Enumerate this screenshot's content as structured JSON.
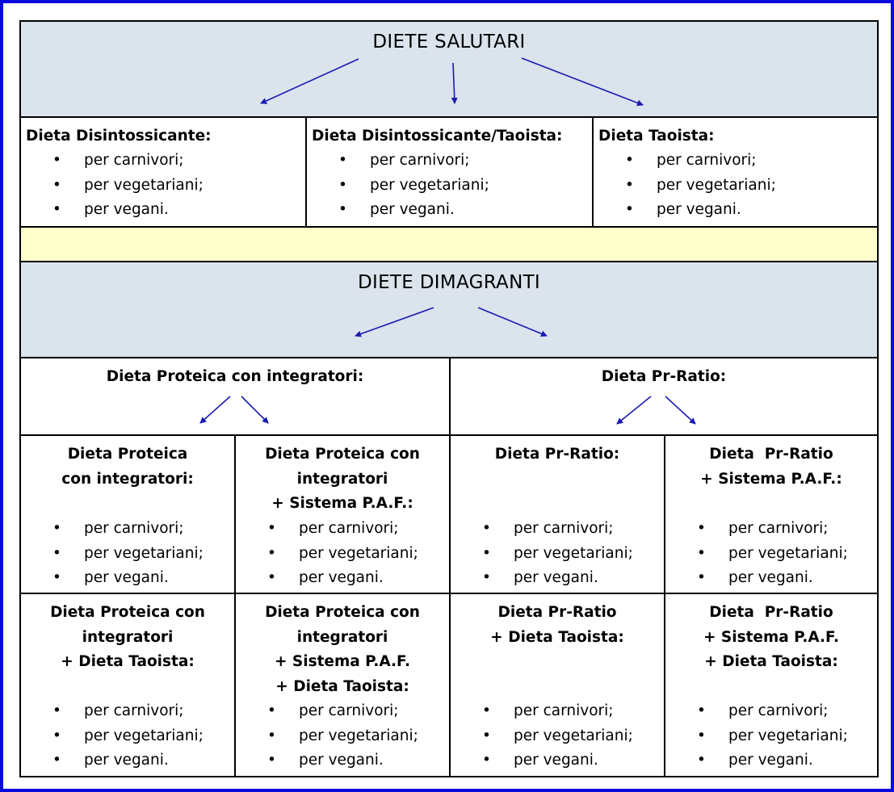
{
  "colors": {
    "frame": "#0a0adc",
    "band_blue": "#dbe3ec",
    "band_yellow": "#ffffcc",
    "arrow": "#1a1ab4"
  },
  "bullet_icon": "bullet-dot",
  "healthy": {
    "title": "DIETE SALUTARI",
    "cells": [
      {
        "heading": "Dieta Disintossicante:",
        "items": [
          "per carnivori;",
          "per vegetariani;",
          "per vegani."
        ]
      },
      {
        "heading": "Dieta Disintossicante/Taoista:",
        "items": [
          "per carnivori;",
          "per vegetariani;",
          "per vegani."
        ]
      },
      {
        "heading": "Dieta Taoista:",
        "items": [
          "per carnivori;",
          "per vegetariani;",
          "per vegani."
        ]
      }
    ]
  },
  "slimming": {
    "title": "DIETE DIMAGRANTI",
    "groups": [
      {
        "heading": "Dieta Proteica con integratori:"
      },
      {
        "heading": "Dieta Pr-Ratio:"
      }
    ],
    "row1": [
      {
        "lines": [
          "Dieta Proteica",
          "con integratori:"
        ],
        "items": [
          "per carnivori;",
          "per vegetariani;",
          "per vegani."
        ]
      },
      {
        "lines": [
          "Dieta Proteica con",
          "integratori",
          "+ Sistema P.A.F.:"
        ],
        "items": [
          "per carnivori;",
          "per vegetariani;",
          "per vegani."
        ]
      },
      {
        "lines": [
          "Dieta Pr-Ratio:"
        ],
        "items": [
          "per carnivori;",
          "per vegetariani;",
          "per vegani."
        ]
      },
      {
        "lines": [
          "Dieta  Pr-Ratio",
          "+ Sistema P.A.F.:"
        ],
        "items": [
          "per carnivori;",
          "per vegetariani;",
          "per vegani."
        ]
      }
    ],
    "row2": [
      {
        "lines": [
          "Dieta Proteica con",
          "integratori",
          "+ Dieta Taoista:"
        ],
        "items": [
          "per carnivori;",
          "per vegetariani;",
          "per vegani."
        ]
      },
      {
        "lines": [
          "Dieta Proteica con",
          "integratori",
          "+ Sistema P.A.F.",
          "+ Dieta Taoista:"
        ],
        "items": [
          "per carnivori;",
          "per vegetariani;",
          "per vegani."
        ]
      },
      {
        "lines": [
          "Dieta Pr-Ratio",
          "+ Dieta Taoista:"
        ],
        "items": [
          "per carnivori;",
          "per vegetariani;",
          "per vegani."
        ]
      },
      {
        "lines": [
          "Dieta  Pr-Ratio",
          "+ Sistema P.A.F.",
          "+ Dieta Taoista:"
        ],
        "items": [
          "per carnivori;",
          "per vegetariani;",
          "per vegani."
        ]
      }
    ]
  }
}
